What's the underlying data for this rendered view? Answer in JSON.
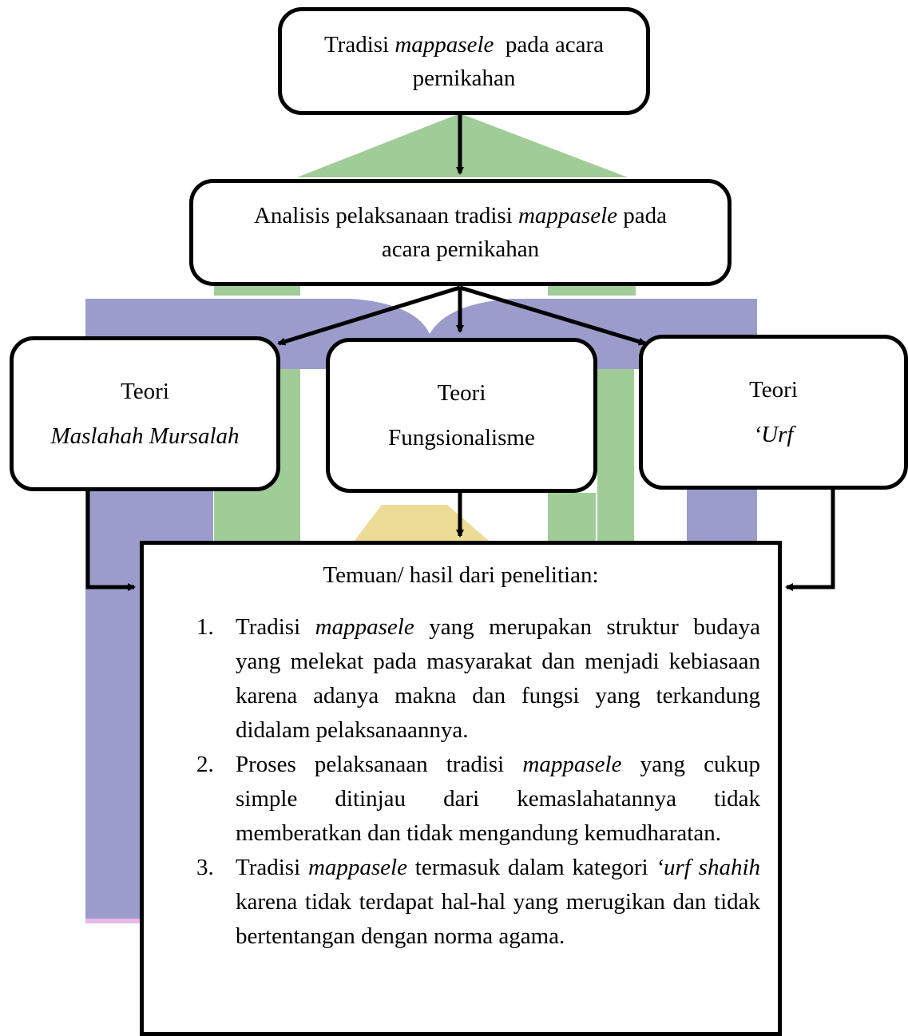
{
  "diagram": {
    "top_box": {
      "line1_prefix": "Tradisi ",
      "line1_italic": "mappasele",
      "line1_suffix": "  pada acara",
      "line2": "pernikahan"
    },
    "analysis_box": {
      "line1_prefix": "Analisis pelaksanaan tradisi ",
      "line1_italic": "mappasele",
      "line1_suffix": " pada",
      "line2": "acara pernikahan"
    },
    "theories": [
      {
        "line1": "Teori",
        "line2": "Maslahah Mursalah"
      },
      {
        "line1": "Teori",
        "line2": "Fungsionalisme"
      },
      {
        "line1": "Teori",
        "line2": "‘Urf"
      }
    ],
    "findings": {
      "title": "Temuan/ hasil dari penelitian:",
      "items": [
        {
          "num": "1.",
          "t1": "Tradisi ",
          "i1": "mappasele",
          "t2": " yang merupakan struktur budaya yang melekat pada masyarakat dan menjadi kebiasaan karena adanya makna dan fungsi yang terkandung didalam pelaksanaannya.",
          "i2": "",
          "t3": ""
        },
        {
          "num": "2.",
          "t1": "Proses pelaksanaan tradisi ",
          "i1": "mappasele",
          "t2": " yang cukup simple ditinjau dari kemaslahatannya tidak memberatkan dan tidak mengandung kemudharatan.",
          "i2": "",
          "t3": ""
        },
        {
          "num": "3.",
          "t1": "Tradisi ",
          "i1": "mappasele",
          "t2": " termasuk dalam kategori ",
          "i2": "‘urf shahih",
          "t3": " karena tidak terdapat hal-hal yang merugikan dan tidak bertentangan dengan norma agama."
        }
      ]
    },
    "colors": {
      "watermark_blue": "#9b9ccb",
      "watermark_green": "#9fcc97",
      "watermark_yellow": "#ecdc95",
      "line": "#000000"
    }
  }
}
